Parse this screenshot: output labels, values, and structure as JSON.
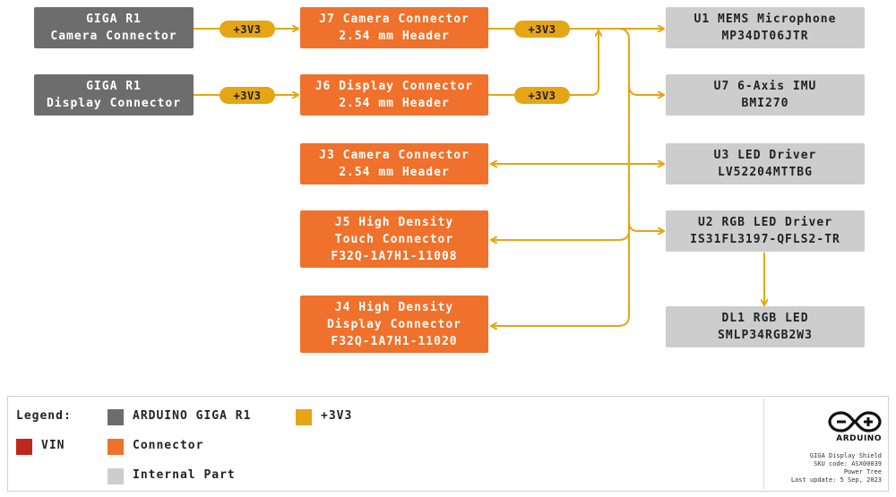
{
  "boxes": {
    "giga_camera": [
      "GIGA R1",
      "Camera Connector"
    ],
    "giga_display": [
      "GIGA R1",
      "Display Connector"
    ],
    "j7": [
      "J7 Camera Connector",
      "2.54 mm Header"
    ],
    "j6": [
      "J6 Display Connector",
      "2.54 mm Header"
    ],
    "j3": [
      "J3 Camera Connector",
      "2.54 mm Header"
    ],
    "j5": [
      "J5 High Density",
      "Touch Connector",
      "F32Q-1A7H1-11008"
    ],
    "j4": [
      "J4 High Density",
      "Display Connector",
      "F32Q-1A7H1-11020"
    ],
    "u1": [
      "U1 MEMS Microphone",
      "MP34DT06JTR"
    ],
    "u7": [
      "U7 6-Axis IMU",
      "BMI270"
    ],
    "u3": [
      "U3 LED Driver",
      "LV52204MTTBG"
    ],
    "u2": [
      "U2 RGB LED Driver",
      "IS31FL3197-QFLS2-TR"
    ],
    "dl1": [
      "DL1 RGB LED",
      "SMLP34RGB2W3"
    ]
  },
  "rail_label": "+3V3",
  "legend": {
    "title": "Legend:",
    "items": {
      "giga": "ARDUINO GIGA R1",
      "v3v3": "+3V3",
      "vin": "VIN",
      "connector": "Connector",
      "internal": "Internal Part"
    }
  },
  "info": {
    "brand": "ARDUINO",
    "product": "GIGA Display Shield",
    "sku": "SKU code: ASX00039",
    "sheet": "Power Tree",
    "updated": "Last update: 5 Sep, 2023"
  },
  "colors": {
    "giga": "#6d6d6d",
    "connector": "#f0712b",
    "internal": "#cdcdcd",
    "rail_3v3": "#e5a514",
    "vin": "#c0281d"
  }
}
